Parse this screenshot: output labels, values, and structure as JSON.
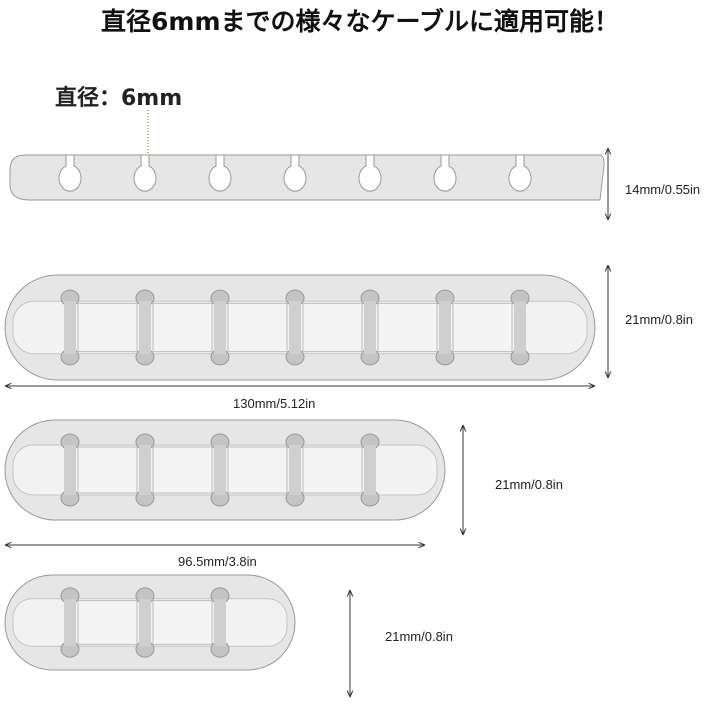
{
  "title": "直径6mmまでの様々なケーブルに適用可能！",
  "diameter_label": "直径：6mm",
  "side_view": {
    "slots": 7,
    "height_label": "14mm/0.55in"
  },
  "products": [
    {
      "slots": 7,
      "height_label": "21mm/0.8in",
      "length_label": "130mm/5.12in"
    },
    {
      "slots": 5,
      "height_label": "21mm/0.8in",
      "length_label": "96.5mm/3.8in"
    },
    {
      "slots": 3,
      "height_label": "21mm/0.8in"
    }
  ],
  "colors": {
    "body": "#e6e6e6",
    "edge": "#9a9a9a",
    "shadow": "#c4c4c4"
  }
}
